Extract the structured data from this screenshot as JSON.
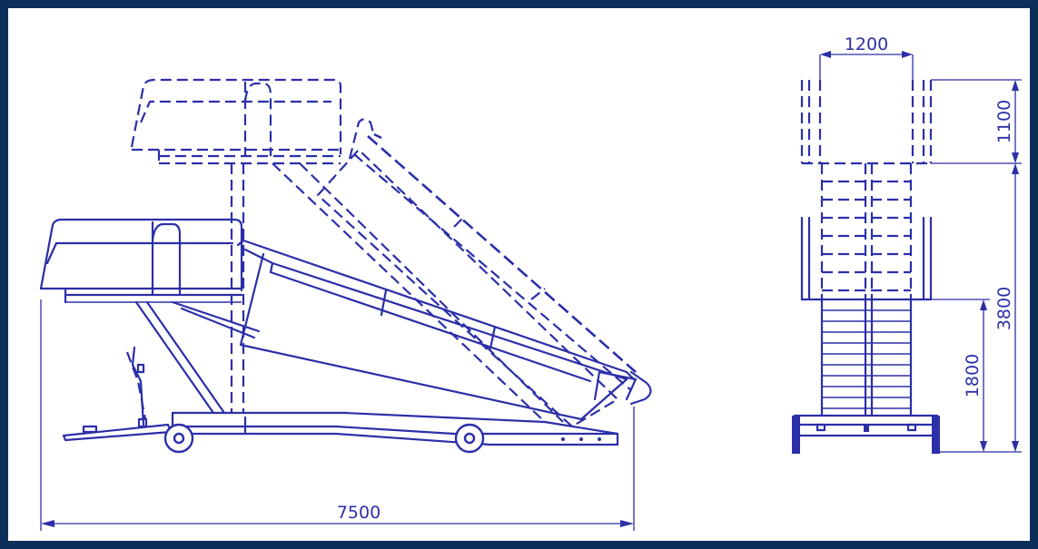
{
  "dimensions": {
    "length": "7500",
    "width": "1200",
    "rail_height": "1100",
    "max_height": "3800",
    "min_height": "1800"
  },
  "colors": {
    "frame": "#0c2f5a",
    "drawing": "#2b2fa8",
    "background": "#ffffff"
  }
}
